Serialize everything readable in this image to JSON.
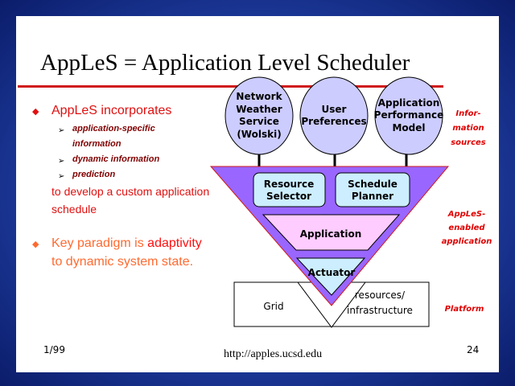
{
  "title": "AppLeS = Application Level Scheduler",
  "bullets": {
    "b1": "AppLeS incorporates",
    "subs": [
      "application-specific",
      "information",
      "dynamic information",
      "prediction"
    ],
    "cont1": "to develop a custom application",
    "cont2": "schedule",
    "b2a": "Key paradigm is ",
    "b2b": "adaptivity",
    "b2c": "to dynamic system state."
  },
  "diagram": {
    "nws": [
      "Network",
      "Weather",
      "Service",
      "(Wolski)"
    ],
    "user": [
      "User",
      "Preferences"
    ],
    "apm": [
      "Application",
      "Performance",
      "Model"
    ],
    "rs": [
      "Resource",
      "Selector"
    ],
    "sp": [
      "Schedule",
      "Planner"
    ],
    "app": "Application",
    "act": "Actuator",
    "grid": "Grid",
    "res": [
      "resources/",
      "infrastructure"
    ]
  },
  "side": {
    "info": [
      "Infor-",
      "mation",
      "sources"
    ],
    "apples": [
      "AppLeS-",
      "enabled",
      "application"
    ],
    "platform": "Platform"
  },
  "footer": {
    "date": "1/99",
    "url": "http://apples.ucsd.edu",
    "page": "24"
  },
  "colors": {
    "accent": "#d01818",
    "circle": "#ccccff",
    "triangle": "#9966ff",
    "box": "#cceeff",
    "app": "#ffccff"
  }
}
